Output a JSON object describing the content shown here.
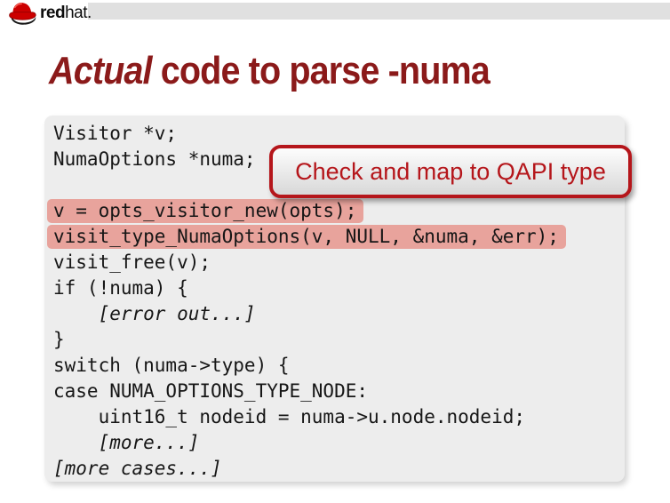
{
  "brand": {
    "logo_icon": "redhat-fedora-icon",
    "logo_text_bold": "red",
    "logo_text_regular": "hat."
  },
  "title": {
    "emphasis": "Actual",
    "rest": " code to parse -numa"
  },
  "callout": {
    "label": "Check and map to QAPI type"
  },
  "code": {
    "lines": [
      {
        "text": "Visitor *v;",
        "highlight": false,
        "italic": false
      },
      {
        "text": "NumaOptions *numa;",
        "highlight": false,
        "italic": false
      },
      {
        "text": "",
        "highlight": false,
        "italic": false
      },
      {
        "text": "v = opts_visitor_new(opts);",
        "highlight": true,
        "italic": false
      },
      {
        "text": "visit_type_NumaOptions(v, NULL, &numa, &err);",
        "highlight": true,
        "italic": false
      },
      {
        "text": "visit_free(v);",
        "highlight": false,
        "italic": false
      },
      {
        "text": "if (!numa) {",
        "highlight": false,
        "italic": false
      },
      {
        "text": "    [error out...]",
        "highlight": false,
        "italic": true
      },
      {
        "text": "}",
        "highlight": false,
        "italic": false
      },
      {
        "text": "switch (numa->type) {",
        "highlight": false,
        "italic": false
      },
      {
        "text": "case NUMA_OPTIONS_TYPE_NODE:",
        "highlight": false,
        "italic": false
      },
      {
        "text": "    uint16_t nodeid = numa->u.node.nodeid;",
        "highlight": false,
        "italic": false
      },
      {
        "text": "    [more...]",
        "highlight": false,
        "italic": true
      },
      {
        "text": "[more cases...]",
        "highlight": false,
        "italic": true
      }
    ]
  },
  "colors": {
    "title_maroon": "#8b1a1a",
    "callout_red": "#b5161b",
    "highlight_pink": "#e8a39c",
    "code_background": "#ededed",
    "header_band_gray": "#e0e0e0"
  }
}
